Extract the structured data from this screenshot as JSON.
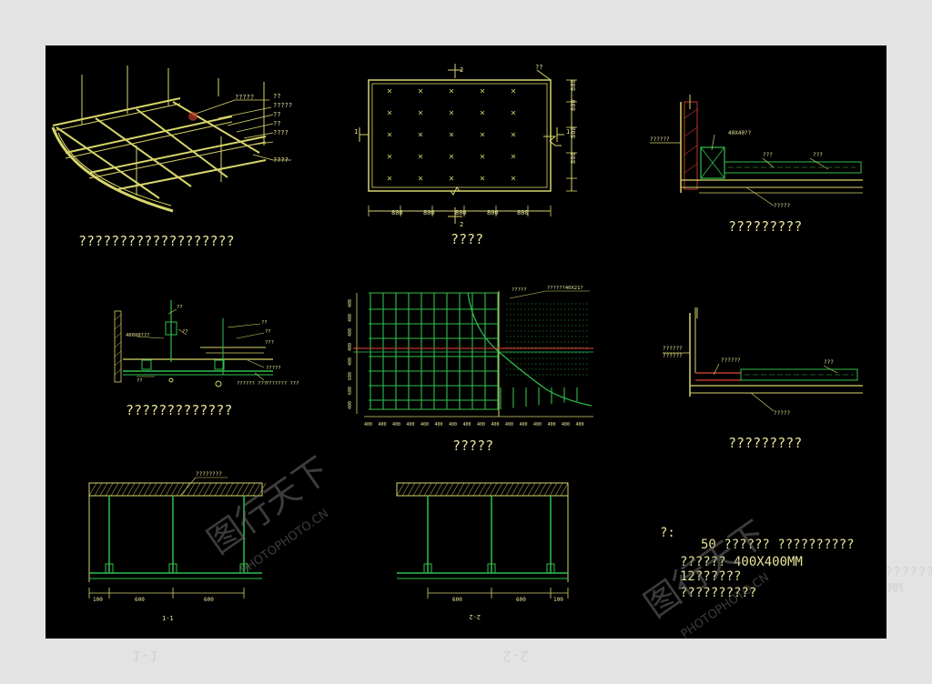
{
  "colors": {
    "background": "#e3e3e3",
    "sheet": "#000000",
    "line_yellow": "#d7d56a",
    "line_green": "#2fbf4c",
    "line_red": "#c0392b",
    "text_yellow": "#e6e39a",
    "watermark": "#6e6e6e"
  },
  "titles": {
    "ceiling_axonometric": "???????????????????",
    "ceiling_plan": "????",
    "wall_edge_detail_top": "?????????",
    "keel_joint_detail": "?????????????",
    "grid_plan": "?????",
    "wall_edge_detail_bottom": "?????????",
    "section_1": "1-1",
    "section_2": "2-2"
  },
  "ceiling_axonometric": {
    "labels": [
      "?????",
      "??",
      "?????",
      "??",
      "??",
      "????",
      "????"
    ]
  },
  "ceiling_plan": {
    "section_tag_top": "2",
    "section_tag_bottom": "2",
    "section_tag_left": "1",
    "section_tag_right": "1",
    "corner_label": "??",
    "dims_bottom": [
      "800",
      "800",
      "800",
      "800",
      "800"
    ],
    "dims_right": [
      "800",
      "800",
      "800",
      "800"
    ]
  },
  "wall_edge_detail_top": {
    "labels": [
      "??????",
      "40X40??",
      "???",
      "???",
      "?????"
    ]
  },
  "keel_joint_detail": {
    "labels": [
      "??",
      "??",
      "??",
      "400X0???",
      "??",
      "???",
      "?????",
      "??",
      "?????? ???",
      "??????? ???"
    ]
  },
  "grid_plan": {
    "labels": [
      "?????",
      "??????40X21?"
    ],
    "dims_bottom": [
      "400",
      "400",
      "400",
      "400",
      "400",
      "400",
      "400",
      "400",
      "400",
      "400",
      "400",
      "400",
      "400",
      "400",
      "400",
      "400"
    ],
    "dims_left": [
      "400",
      "600",
      "600",
      "400",
      "400",
      "400",
      "400",
      "400"
    ]
  },
  "wall_edge_detail_bottom": {
    "labels": [
      "??????",
      "??????",
      "??????",
      "???",
      "?????"
    ]
  },
  "section_1": {
    "label": "????????",
    "dims": [
      "100",
      "600",
      "600"
    ]
  },
  "section_2": {
    "dims": [
      "600",
      "600",
      "100"
    ]
  },
  "notes": {
    "heading": "?:",
    "line1": "50 ??????  ??????????",
    "line2": "??????  400X400MM",
    "line3": "12??????",
    "line4": "??????????"
  },
  "ghost": {
    "left_label": "1-1",
    "right_label": "2-2",
    "right_text": "??????",
    "right_text2": "MM"
  },
  "watermark": {
    "mark": "图行天下",
    "url": "PHOTOPHOTO.CN"
  }
}
